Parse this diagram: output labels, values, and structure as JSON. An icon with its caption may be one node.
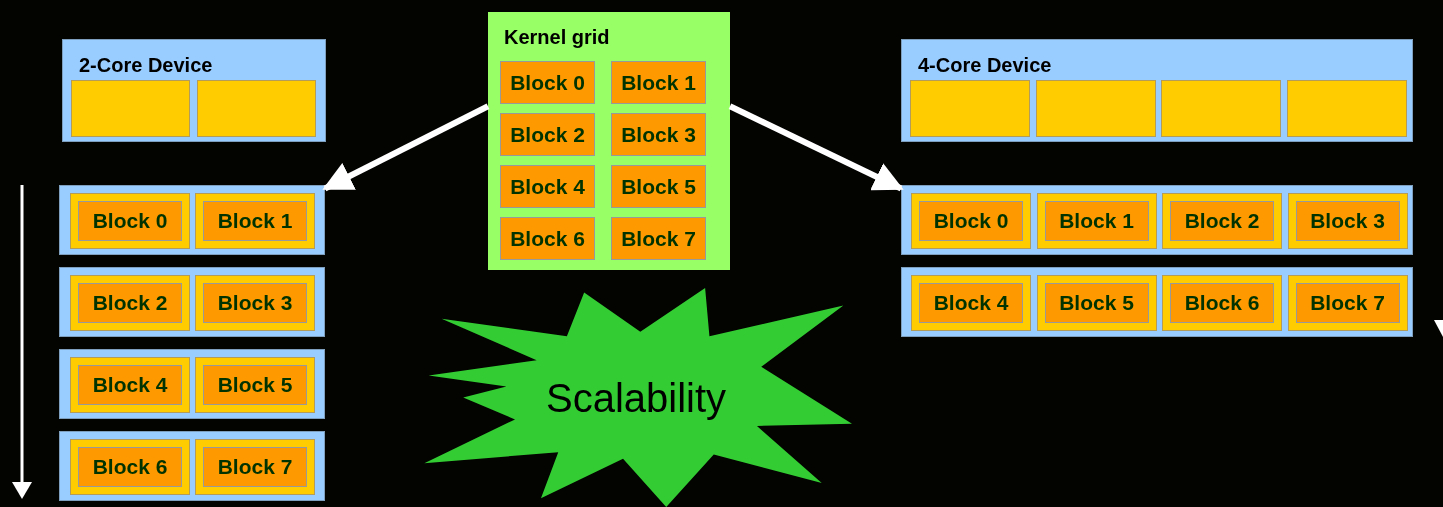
{
  "diagram": {
    "nodes": [
      {
        "text": [
          "2-Core Device"
        ]
      },
      {
        "text": [],
        "shape": "box",
        "in": 0
      },
      {
        "text": [],
        "shape": "box",
        "in": 0
      },
      {
        "text": [
          "Kernel grid"
        ]
      },
      {
        "text": [
          "Block 0"
        ],
        "in": 3
      },
      {
        "text": [
          "Block 1"
        ],
        "in": 3
      },
      {
        "text": [
          "Block 2"
        ],
        "in": 3
      },
      {
        "text": [
          "Block 3"
        ],
        "in": 3
      },
      {
        "text": [
          "Block 4"
        ],
        "in": 3
      },
      {
        "text": [
          "Block 5"
        ],
        "in": 3
      },
      {
        "text": [
          "Block 6"
        ],
        "in": 3
      },
      {
        "text": [
          "Block 7"
        ],
        "in": 3
      },
      {
        "text": [
          "4-Core Device"
        ]
      },
      {
        "text": [],
        "shape": "box",
        "in": 12
      },
      {
        "text": [],
        "shape": "box",
        "in": 12
      },
      {
        "text": [],
        "shape": "box",
        "in": 12
      },
      {
        "text": [],
        "shape": "box",
        "in": 12
      },
      {
        "text": [],
        "shape": "box"
      },
      {
        "text": [],
        "shape": "box",
        "in": 17
      },
      {
        "text": [
          "Block 0"
        ],
        "in": 18
      },
      {
        "text": [],
        "shape": "box",
        "in": 17
      },
      {
        "text": [
          "Block 1"
        ],
        "in": 20
      },
      {
        "text": [],
        "shape": "box"
      },
      {
        "text": [],
        "shape": "box",
        "in": 22
      },
      {
        "text": [
          "Block 2"
        ],
        "in": 23
      },
      {
        "text": [],
        "shape": "box",
        "in": 22
      },
      {
        "text": [
          "Block 3"
        ],
        "in": 25
      },
      {
        "text": [],
        "shape": "box"
      },
      {
        "text": [],
        "shape": "box",
        "in": 27
      },
      {
        "text": [
          "Block 4"
        ],
        "in": 28
      },
      {
        "text": [],
        "shape": "box",
        "in": 27
      },
      {
        "text": [
          "Block 5"
        ],
        "in": 30
      },
      {
        "text": [],
        "shape": "box"
      },
      {
        "text": [],
        "shape": "box",
        "in": 32
      },
      {
        "text": [
          "Block 6"
        ],
        "in": 33
      },
      {
        "text": [],
        "shape": "box",
        "in": 32
      },
      {
        "text": [
          "Block 7"
        ],
        "in": 35
      },
      {
        "text": [],
        "shape": "box"
      },
      {
        "text": [],
        "shape": "box",
        "in": 37
      },
      {
        "text": [
          "Block 0"
        ],
        "in": 38
      },
      {
        "text": [],
        "shape": "box",
        "in": 37
      },
      {
        "text": [
          "Block 1"
        ],
        "in": 40
      },
      {
        "text": [],
        "shape": "box",
        "in": 37
      },
      {
        "text": [
          "Block 2"
        ],
        "in": 42
      },
      {
        "text": [],
        "shape": "box",
        "in": 37
      },
      {
        "text": [
          "Block 3"
        ],
        "in": 44
      },
      {
        "text": [],
        "shape": "box"
      },
      {
        "text": [],
        "shape": "box",
        "in": 46
      },
      {
        "text": [
          "Block 4"
        ],
        "in": 47
      },
      {
        "text": [],
        "shape": "box",
        "in": 46
      },
      {
        "text": [
          "Block 5"
        ],
        "in": 49
      },
      {
        "text": [],
        "shape": "box",
        "in": 46
      },
      {
        "text": [
          "Block 6"
        ],
        "in": 51
      },
      {
        "text": [],
        "shape": "box",
        "in": 46
      },
      {
        "text": [
          "Block 7"
        ],
        "in": 53
      },
      {
        "text": [
          "Scalability"
        ]
      }
    ],
    "edges": [
      {
        "from": 3,
        "to": 17,
        "arrow": "to"
      },
      {
        "from": 3,
        "to": 37,
        "arrow": "to"
      }
    ]
  }
}
